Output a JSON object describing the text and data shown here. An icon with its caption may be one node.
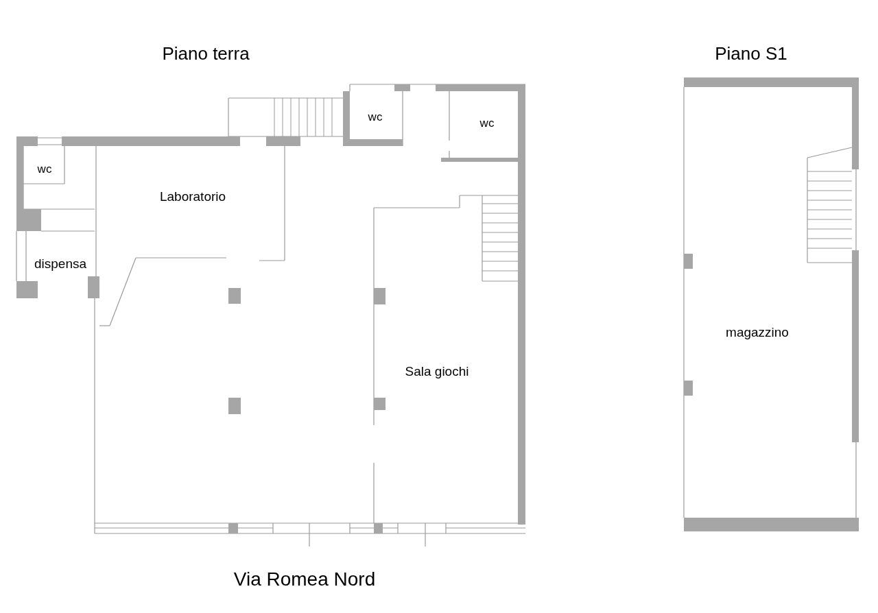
{
  "diagram": {
    "labels": [
      "Piano terra",
      "Piano S1",
      "wc",
      "wc",
      "wc",
      "Laboratorio",
      "dispensa",
      "Sala giochi",
      "magazzino",
      "Via Romea Nord"
    ]
  }
}
